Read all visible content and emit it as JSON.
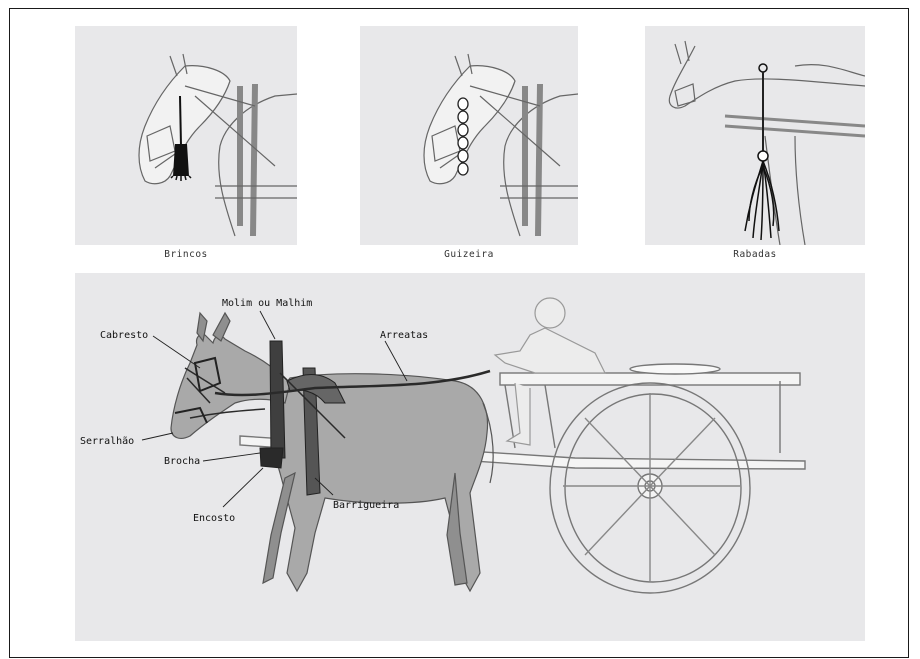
{
  "top_panels": [
    {
      "caption": "Brincos",
      "icon": "mule-head-with-tassel"
    },
    {
      "caption": "Guizeira",
      "icon": "mule-head-with-bells"
    },
    {
      "caption": "Rabadas",
      "icon": "mule-head-with-horsehair-tassel"
    }
  ],
  "main_diagram": {
    "labels": {
      "molim": "Molim ou Malhim",
      "cabresto": "Cabresto",
      "arreatas": "Arreatas",
      "serralhao": "Serralhão",
      "brocha": "Brocha",
      "encosto": "Encosto",
      "barrigueira": "Barrigueira"
    },
    "icon": "mule-pulling-cart"
  },
  "colors": {
    "panel_bg": "#e8e8ea",
    "mule_body": "#a9a9a9",
    "harness": "#3a3a3a",
    "line": "#555555"
  }
}
